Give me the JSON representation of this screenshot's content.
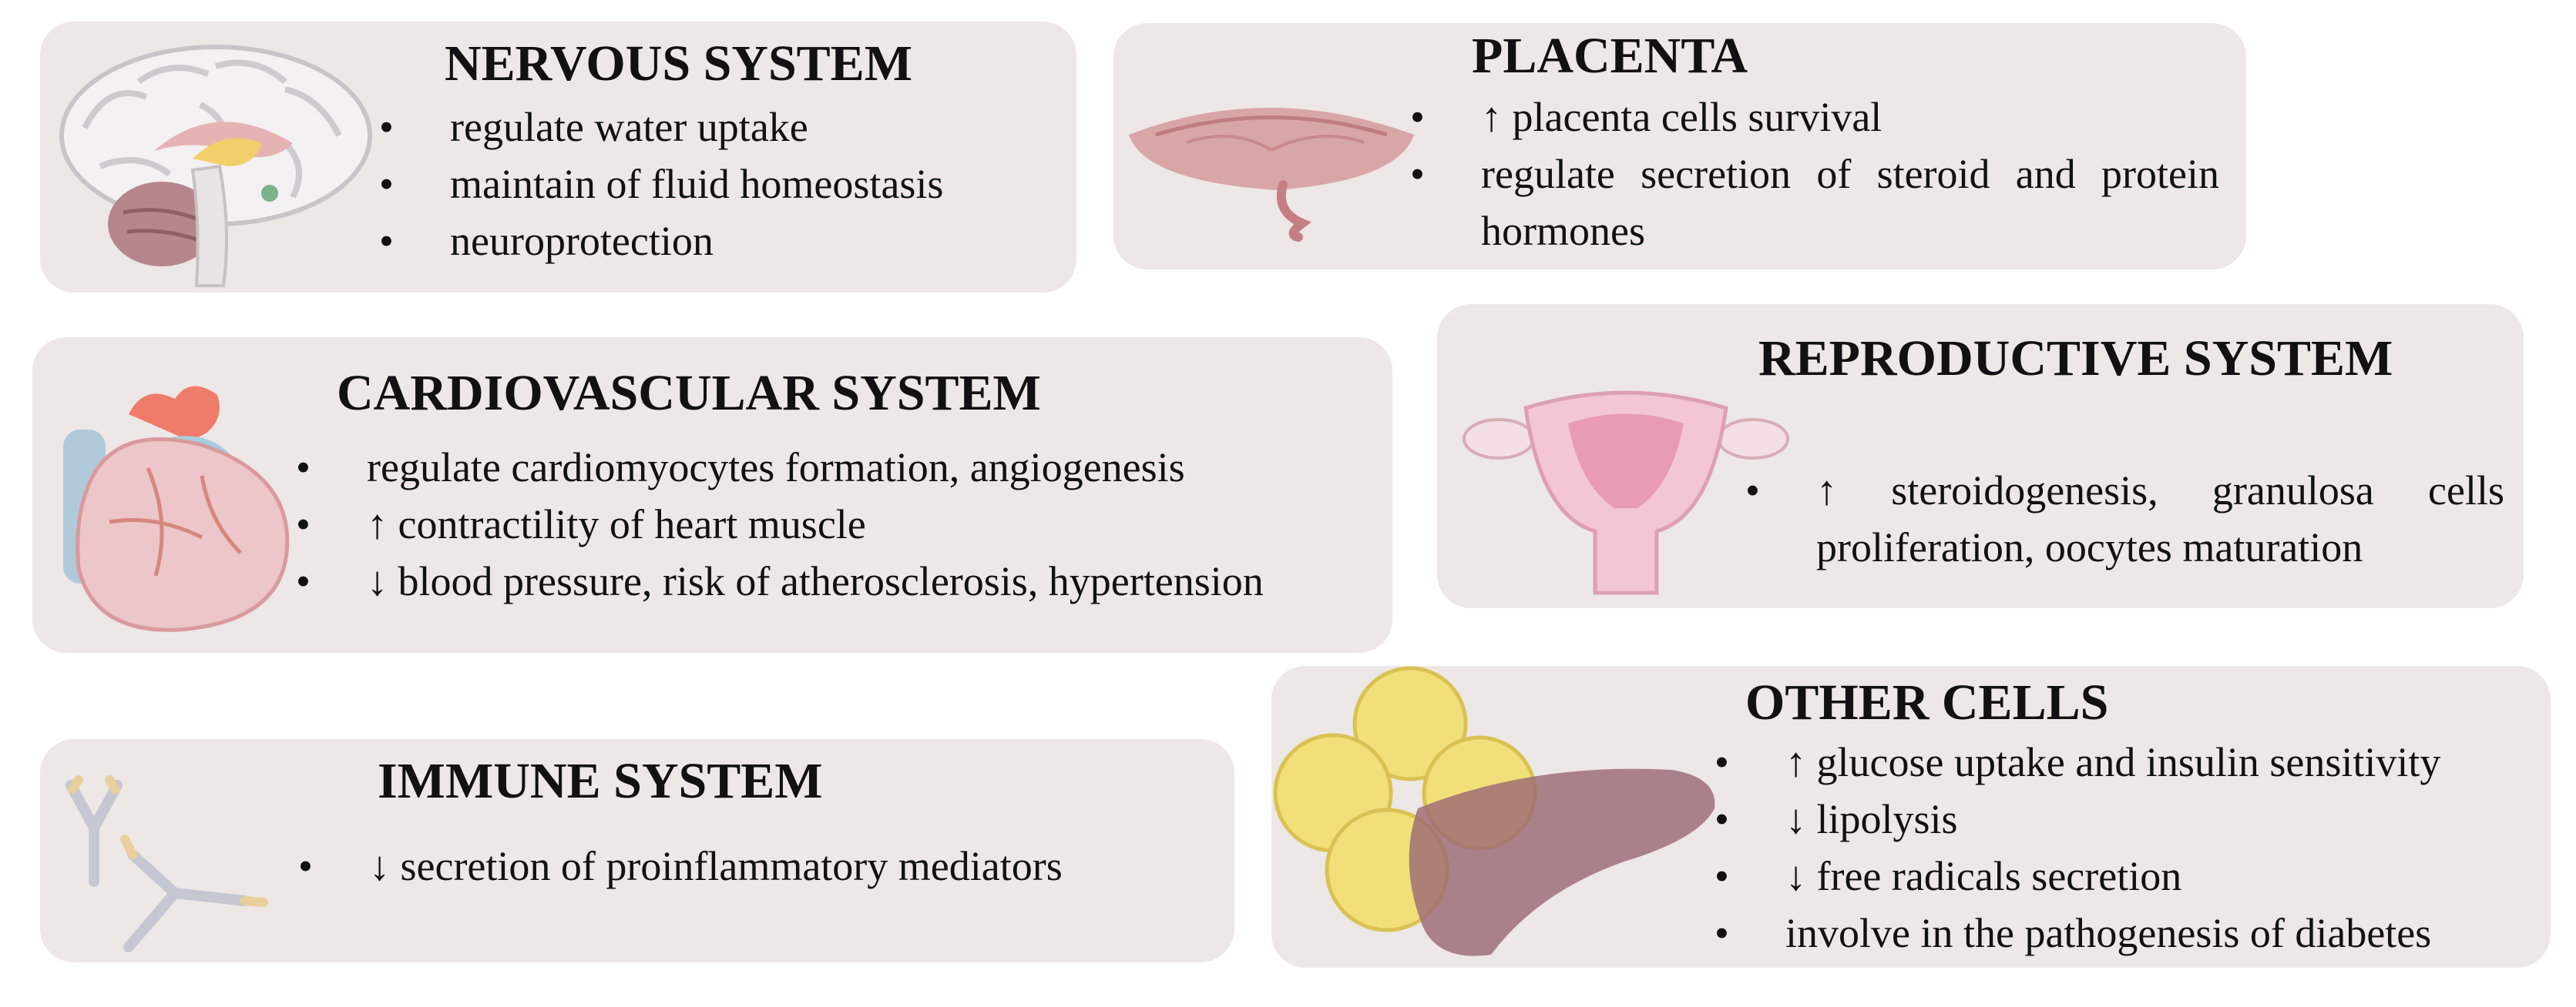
{
  "panels": {
    "nervous": {
      "title": "NERVOUS SYSTEM",
      "icon": "brain-icon",
      "items": [
        "regulate water uptake",
        "maintain of fluid homeostasis",
        "neuroprotection"
      ]
    },
    "placenta": {
      "title": "PLACENTA",
      "icon": "placenta-icon",
      "items": [
        "↑ placenta cells survival",
        "regulate secretion of steroid and protein hormones"
      ]
    },
    "cardiovascular": {
      "title": "CARDIOVASCULAR SYSTEM",
      "icon": "heart-icon",
      "items": [
        "regulate cardiomyocytes formation, angiogenesis",
        "↑ contractility of heart muscle",
        "↓ blood pressure, risk of atherosclerosis, hypertension"
      ]
    },
    "reproductive": {
      "title": "REPRODUCTIVE SYSTEM",
      "icon": "uterus-icon",
      "items": [
        "↑ steroidogenesis, granulosa cells proliferation, oocytes maturation"
      ]
    },
    "immune": {
      "title": "IMMUNE SYSTEM",
      "icon": "antibody-icon",
      "items": [
        "↓ secretion of proinflammatory mediators"
      ]
    },
    "other": {
      "title": "OTHER CELLS",
      "icon": "liver-adipocytes-icon",
      "items": [
        "↑ glucose uptake and insulin sensitivity",
        "↓ lipolysis",
        "↓ free radicals secretion",
        "involve in the pathogenesis of diabetes"
      ]
    }
  },
  "colors": {
    "panel": "#ede7e5",
    "text": "#111111"
  }
}
